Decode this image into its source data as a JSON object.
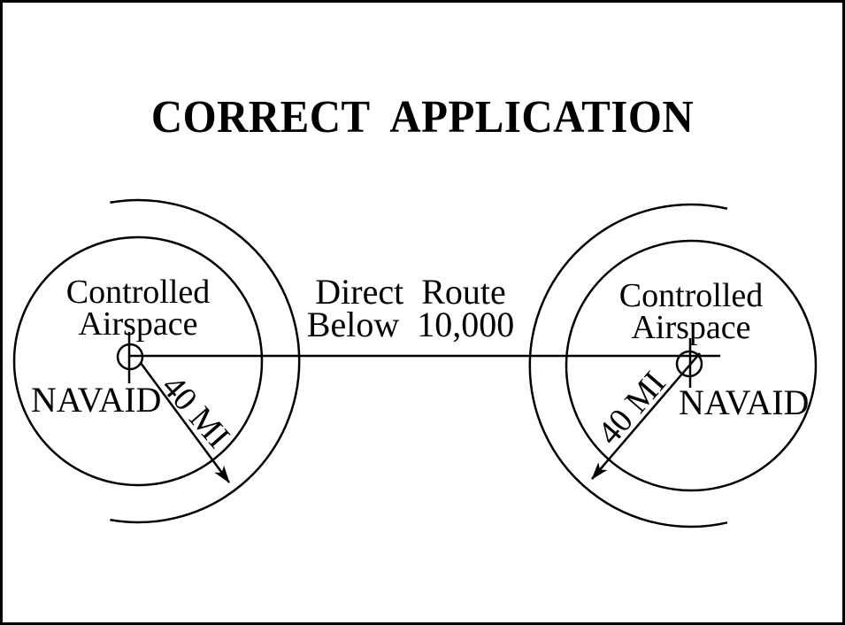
{
  "title": "CORRECT  APPLICATION",
  "route": {
    "line1": "Direct  Route",
    "line2": "Below  10,000"
  },
  "left_navaid": {
    "airspace_line1": "Controlled",
    "airspace_line2": "Airspace",
    "navaid_label": "NAVAID",
    "range_label": "40 MI"
  },
  "right_navaid": {
    "airspace_line1": "Controlled",
    "airspace_line2": "Airspace",
    "navaid_label": "NAVAID",
    "range_label": "40 MI"
  },
  "colors": {
    "ink": "#000000",
    "background": "#ffffff"
  }
}
